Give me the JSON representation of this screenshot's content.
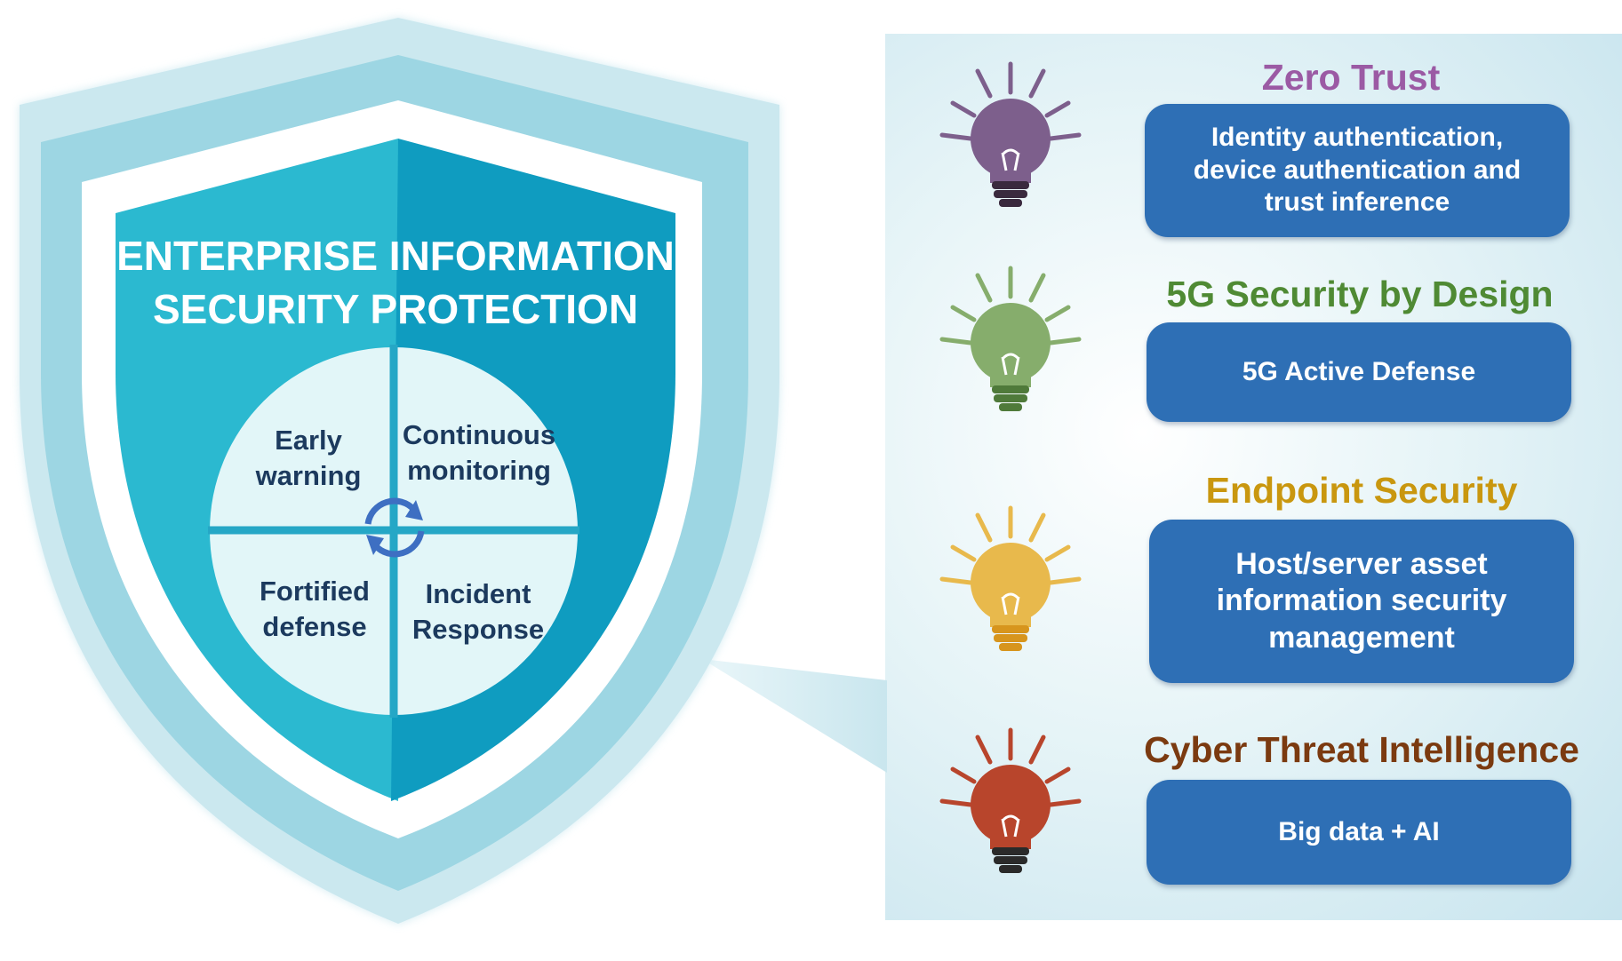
{
  "shield": {
    "title_line1": "ENTERPRISE INFORMATION",
    "title_line2": "SECURITY PROTECTION",
    "quadrants": {
      "early_warning": [
        "Early",
        "warning"
      ],
      "continuous_monitoring": [
        "Continuous",
        "monitoring"
      ],
      "fortified_defense": [
        "Fortified",
        "defense"
      ],
      "incident_response": [
        "Incident",
        "Response"
      ]
    },
    "cycle_icon": "circular-arrows-icon"
  },
  "items": [
    {
      "title": "Zero Trust",
      "title_color": "#9b5aa4",
      "bulb_color": "#7d5f8c",
      "icon": "light-bulb-icon",
      "lines": [
        "Identity authentication,",
        "device authentication and",
        "trust inference"
      ]
    },
    {
      "title": "5G Security by Design",
      "title_color": "#4f8a34",
      "bulb_color": "#86ad6c",
      "icon": "light-bulb-icon",
      "lines": [
        "5G Active Defense"
      ]
    },
    {
      "title": "Endpoint Security",
      "title_color": "#c9970f",
      "bulb_color": "#e8b94c",
      "icon": "light-bulb-icon",
      "lines": [
        "Host/server asset",
        "information security",
        "management"
      ]
    },
    {
      "title": "Cyber Threat Intelligence",
      "title_color": "#7b3a10",
      "bulb_color": "#b8452c",
      "icon": "light-bulb-icon",
      "lines": [
        "Big data + AI"
      ]
    }
  ],
  "colors": {
    "shield_outer": "#a9dbe6",
    "shield_inner_left": "#2bb9d0",
    "shield_inner_right": "#0f9cc0",
    "box_blue": "#2e6fb5"
  }
}
